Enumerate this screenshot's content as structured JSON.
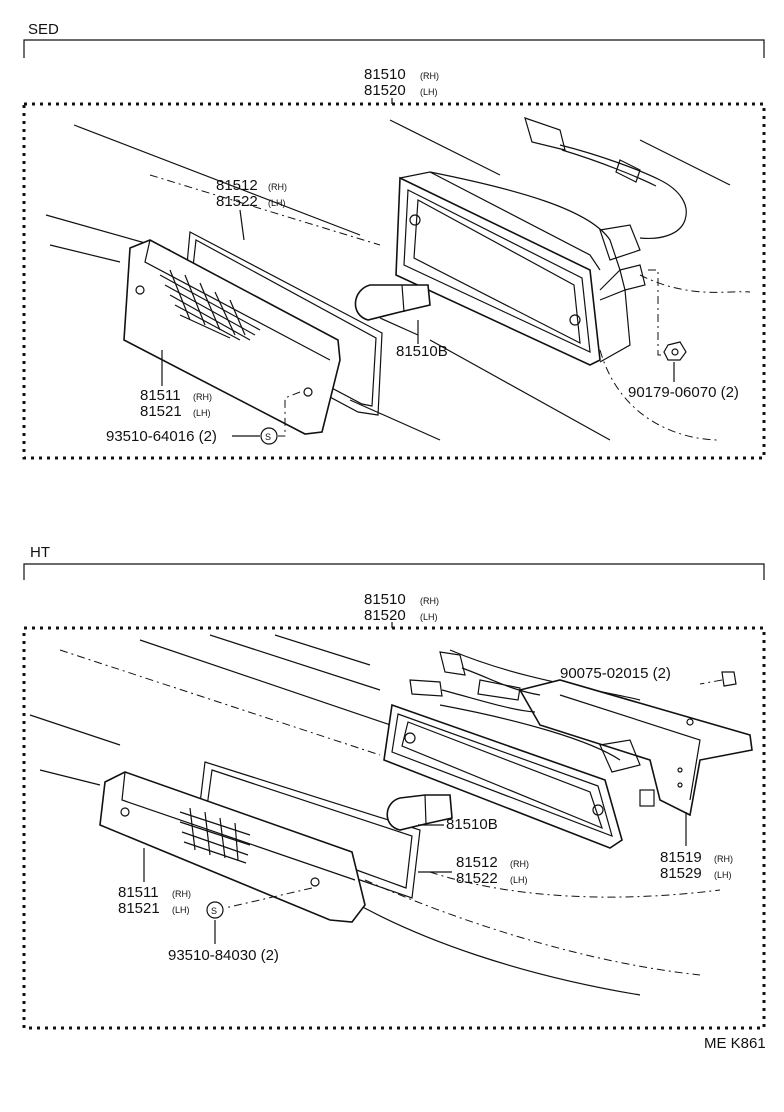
{
  "sections": [
    {
      "title": "SED",
      "assembly": {
        "part": "81510",
        "part_tag": "(RH)",
        "part2": "81520",
        "part2_tag": "(LH)"
      },
      "callouts": {
        "gasket_a": "81512",
        "gasket_a_tag": "(RH)",
        "gasket_b": "81522",
        "gasket_b_tag": "(LH)",
        "bulb": "81510B",
        "lens_a": "81511",
        "lens_a_tag": "(RH)",
        "lens_b": "81521",
        "lens_b_tag": "(LH)",
        "screw": "93510-64016 (2)",
        "nut": "90179-06070 (2)",
        "screw_symbol": "S"
      }
    },
    {
      "title": "HT",
      "assembly": {
        "part": "81510",
        "part_tag": "(RH)",
        "part2": "81520",
        "part2_tag": "(LH)"
      },
      "callouts": {
        "bolt": "90075-02015 (2)",
        "bulb": "81510B",
        "gasket_a": "81512",
        "gasket_a_tag": "(RH)",
        "gasket_b": "81522",
        "gasket_b_tag": "(LH)",
        "bracket_a": "81519",
        "bracket_a_tag": "(RH)",
        "bracket_b": "81529",
        "bracket_b_tag": "(LH)",
        "lens_a": "81511",
        "lens_a_tag": "(RH)",
        "lens_b": "81521",
        "lens_b_tag": "(LH)",
        "screw": "93510-84030 (2)",
        "screw_symbol": "S"
      }
    }
  ],
  "footer_code": "ME K861"
}
